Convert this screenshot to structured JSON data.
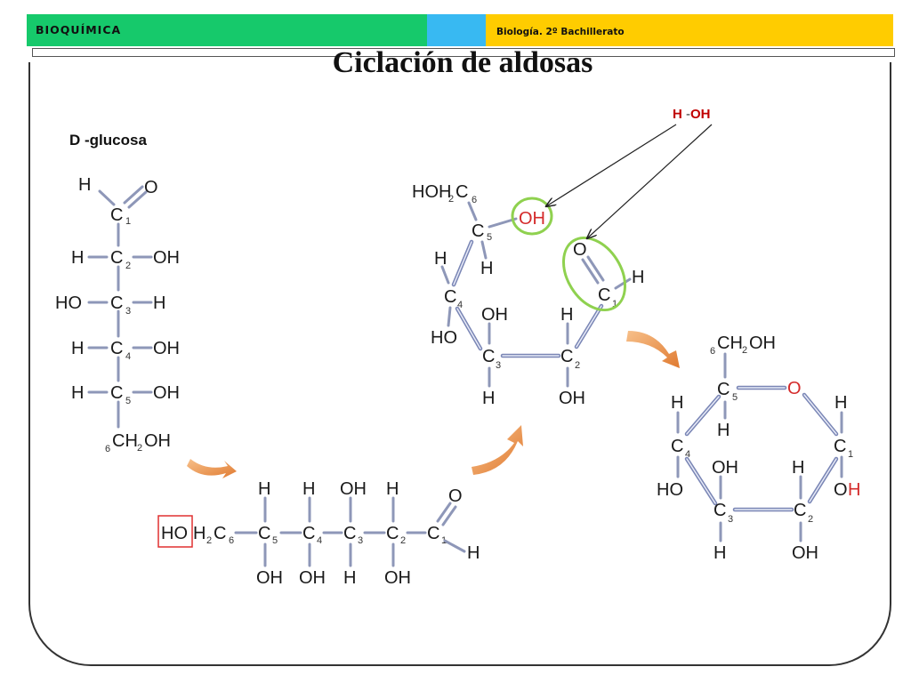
{
  "header": {
    "left_text": "BIOQUÍMICA",
    "right_text": "Biología. 2º Bachillerato"
  },
  "title": "Ciclación de aldosas",
  "labels": {
    "d_glucosa": "D -glucosa",
    "water_h": "H",
    "water_dash": " -",
    "water_oh": "OH"
  },
  "colors": {
    "header_green": "#16c96b",
    "header_cyan": "#38b9f2",
    "header_yellow": "#ffcc00",
    "highlight_green": "#8fd14f",
    "highlight_red": "#c00000",
    "reaction_arrow": "#e89a55",
    "bond": "#8e97b8"
  },
  "atoms": {
    "H": "H",
    "O": "O",
    "OH": "OH",
    "HO": "HO",
    "C": "C",
    "CH2OH": "CH",
    "CH2_sub": "2",
    "OH_after": "OH",
    "HOH2C": "HOH",
    "HOH2C_c": "C",
    "HO_box": "HO",
    "H2C": "H",
    "n1": "1",
    "n2": "2",
    "n3": "3",
    "n4": "4",
    "n5": "5",
    "n6": "6"
  },
  "annotations": {
    "reaction_arrows": [
      "straight-chain-to-linear",
      "linear-to-pre-cyclic",
      "pre-cyclic-to-pyranose"
    ]
  }
}
